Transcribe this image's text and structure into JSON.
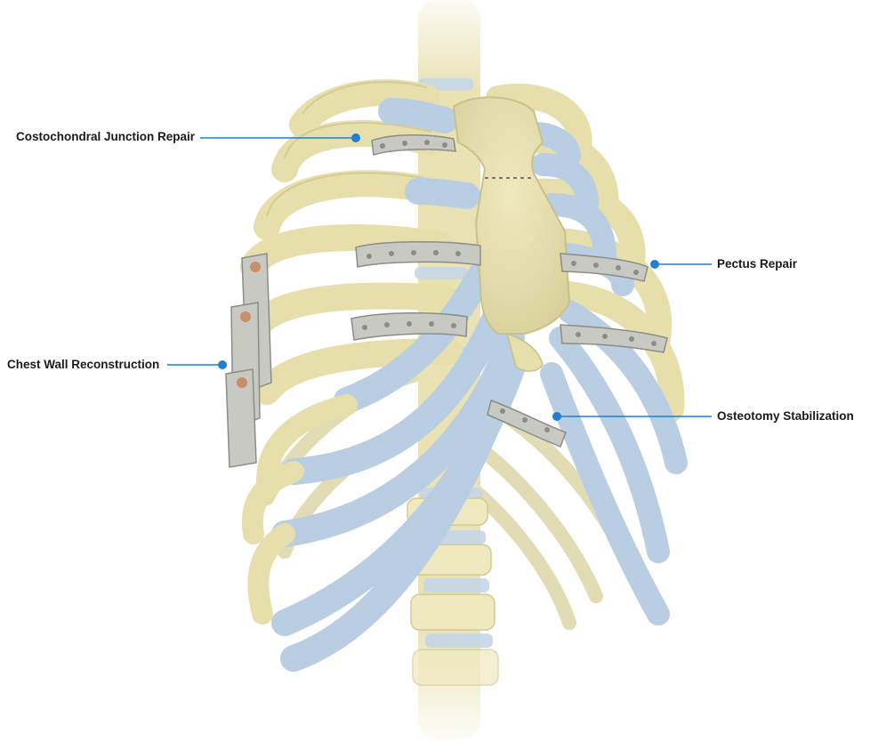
{
  "labels": {
    "costochondral": "Costochondral Junction Repair",
    "pectus": "Pectus Repair",
    "chest_wall": "Chest Wall Reconstruction",
    "osteotomy": "Osteotomy Stabilization"
  },
  "colors": {
    "bone": "#e9e3b4",
    "bone_shade": "#cfc78e",
    "cartilage": "#b9cde3",
    "cartilage_shade": "#8fa9c6",
    "plate": "#c9c9c4",
    "plate_shade": "#8d8d88",
    "leader": "#1f7fd6",
    "label_text": "#1a1a1a"
  },
  "icons": [
    "rib-cage-illustration",
    "fixation-plate",
    "callout-dot"
  ]
}
